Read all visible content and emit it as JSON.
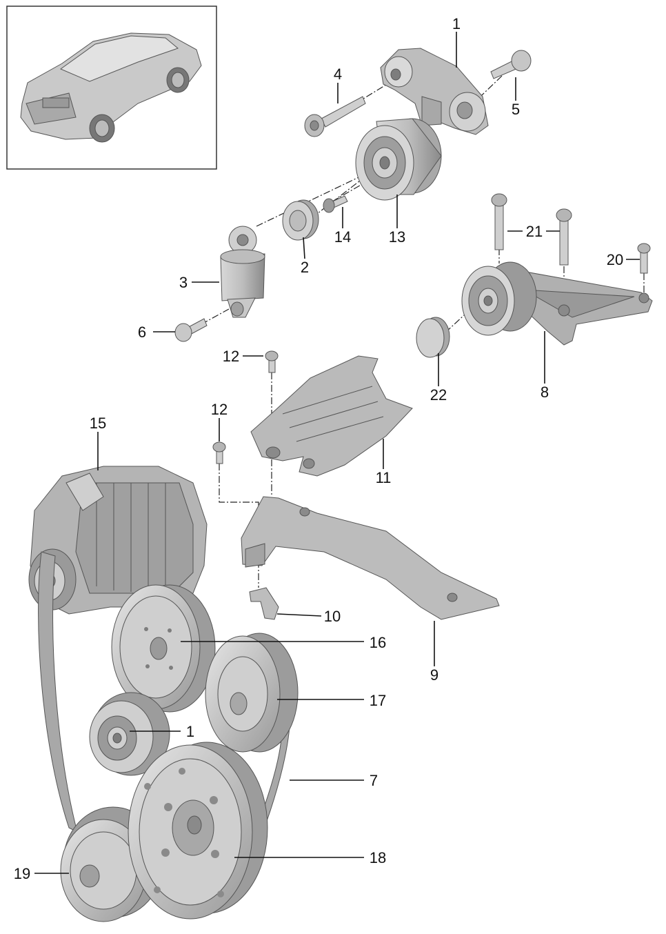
{
  "callouts": {
    "c1a": "1",
    "c1b": "1",
    "c2": "2",
    "c3": "3",
    "c4": "4",
    "c5": "5",
    "c6": "6",
    "c7": "7",
    "c8": "8",
    "c9": "9",
    "c10": "10",
    "c11": "11",
    "c12a": "12",
    "c12b": "12",
    "c13": "13",
    "c14": "14",
    "c15": "15",
    "c16": "16",
    "c17": "17",
    "c18": "18",
    "c19": "19",
    "c20": "20",
    "c21": "21",
    "c22": "22"
  },
  "colors": {
    "part_light": "#d4d4d4",
    "part_mid": "#b8b8b8",
    "part_dark": "#8e8e8e",
    "outline": "#555555",
    "label": "#111111"
  }
}
